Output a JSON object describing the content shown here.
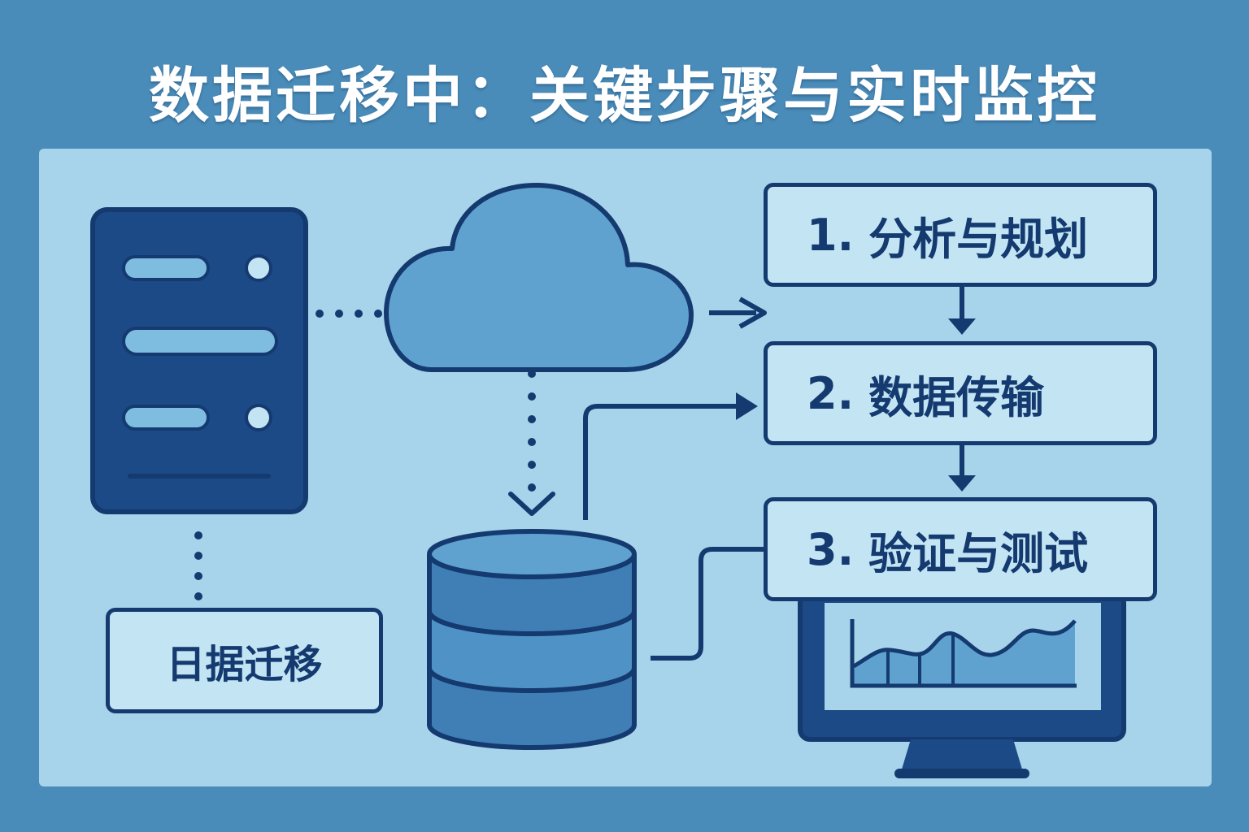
{
  "title": "数据迁移中：关键步骤与实时监控",
  "steps": [
    {
      "number": "1.",
      "label": "分析与规划"
    },
    {
      "number": "2.",
      "label": "数据传输"
    },
    {
      "number": "3.",
      "label": "验证与测试"
    }
  ],
  "migration_label": "日据迁移",
  "colors": {
    "background": "#4a8cb9",
    "panel": "#a7d4ea",
    "dark_navy": "#143a70",
    "mid_blue": "#3f7fb6",
    "light_blue": "#5fa2cf",
    "box_fill": "#c3e4f3"
  },
  "icons": [
    "server-icon",
    "cloud-icon",
    "database-icon",
    "monitor-icon",
    "chart-icon",
    "arrow-icon"
  ]
}
